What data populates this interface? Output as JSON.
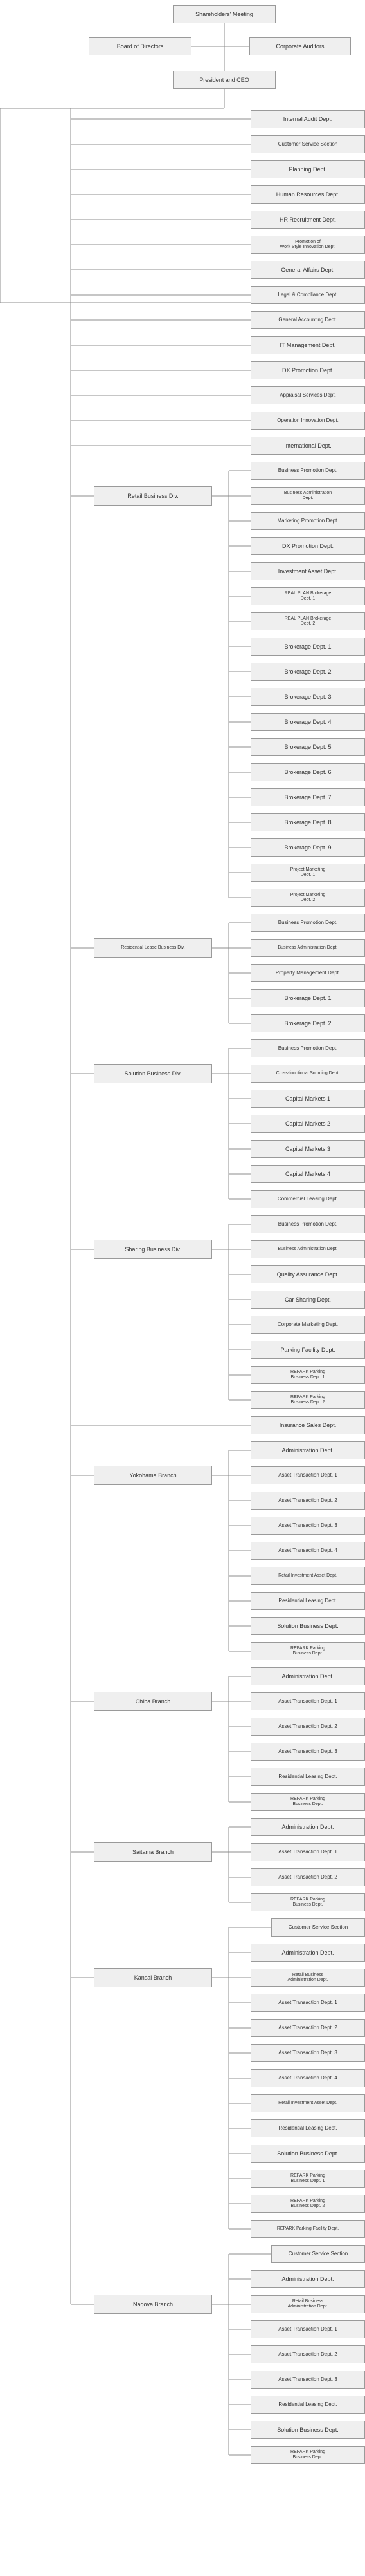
{
  "top": {
    "shareholders": "Shareholders' Meeting",
    "board": "Board of Directors",
    "auditors": "Corporate Auditors",
    "president": "President and CEO"
  },
  "direct_depts": [
    "Internal Audit Dept.",
    "Customer Service Section",
    "Planning Dept.",
    "Human Resources Dept.",
    "HR Recruitment Dept.",
    "Promotion of\nWork Style Innovation Dept.",
    "General Affairs Dept.",
    "Legal & Compliance Dept.",
    "General Accounting Dept.",
    "IT Management Dept.",
    "DX Promotion Dept.",
    "Appraisal Services Dept.",
    "Operation Innovation Dept.",
    "International Dept."
  ],
  "divisions": [
    {
      "name": "Retail Business Div.",
      "depts": [
        "Business Promotion Dept.",
        "Business Administration\nDept.",
        "Marketing Promotion Dept.",
        "DX Promotion Dept.",
        "Investment Asset Dept.",
        "REAL PLAN Brokerage\nDept. 1",
        "REAL PLAN Brokerage\nDept. 2",
        "Brokerage Dept. 1",
        "Brokerage Dept. 2",
        "Brokerage Dept. 3",
        "Brokerage Dept. 4",
        "Brokerage Dept. 5",
        "Brokerage Dept. 6",
        "Brokerage Dept. 7",
        "Brokerage Dept. 8",
        "Brokerage Dept. 9",
        "Project Marketing\nDept. 1",
        "Project Marketing\nDept. 2"
      ]
    },
    {
      "name": "Residential Lease Business Div.",
      "depts": [
        "Business Promotion Dept.",
        "Business Administration Dept.",
        "Property Management Dept.",
        "Brokerage Dept. 1",
        "Brokerage Dept. 2"
      ]
    },
    {
      "name": "Solution Business Div.",
      "depts": [
        "Business Promotion Dept.",
        "Cross-functional Sourcing Dept.",
        "Capital Markets 1",
        "Capital Markets 2",
        "Capital Markets 3",
        "Capital Markets 4",
        "Commercial Leasing Dept."
      ]
    },
    {
      "name": "Sharing Business Div.",
      "depts": [
        "Business Promotion Dept.",
        "Business Administration Dept.",
        "Quality Assurance Dept.",
        "Car Sharing Dept.",
        "Corporate Marketing Dept.",
        "Parking Facility Dept.",
        "REPARK Parking\nBusiness Dept. 1",
        "REPARK Parking\nBusiness Dept. 2"
      ]
    }
  ],
  "insurance": "Insurance Sales Dept.",
  "branches": [
    {
      "name": "Yokohama Branch",
      "depts": [
        "Administration Dept.",
        "Asset Transaction Dept. 1",
        "Asset Transaction Dept. 2",
        "Asset Transaction Dept. 3",
        "Asset Transaction Dept. 4",
        "Retail Investment Asset Dept.",
        "Residential Leasing Dept.",
        "Solution Business Dept.",
        "REPARK Parking\nBusiness Dept."
      ]
    },
    {
      "name": "Chiba Branch",
      "depts": [
        "Administration Dept.",
        "Asset Transaction Dept. 1",
        "Asset Transaction Dept. 2",
        "Asset Transaction Dept. 3",
        "Residential Leasing Dept.",
        "REPARK Parking\nBusiness Dept."
      ]
    },
    {
      "name": "Saitama Branch",
      "depts": [
        "Administration Dept.",
        "Asset Transaction Dept. 1",
        "Asset Transaction Dept. 2",
        "REPARK Parking\nBusiness Dept."
      ]
    },
    {
      "name": "Kansai Branch",
      "css": "Customer Service Section",
      "depts": [
        "Administration Dept.",
        "Retail Business\nAdministration Dept.",
        "Asset Transaction Dept. 1",
        "Asset Transaction Dept. 2",
        "Asset Transaction Dept. 3",
        "Asset Transaction Dept. 4",
        "Retail Investment Asset Dept.",
        "Residential Leasing Dept.",
        "Solution Business Dept.",
        "REPARK Parking\nBusiness Dept. 1",
        "REPARK Parking\nBusiness Dept. 2",
        "REPARK Parking Facility Dept."
      ]
    },
    {
      "name": "Nagoya Branch",
      "css": "Customer Service Section",
      "depts": [
        "Administration Dept.",
        "Retail Business\nAdministration Dept.",
        "Asset Transaction Dept. 1",
        "Asset Transaction Dept. 2",
        "Asset Transaction Dept. 3",
        "Residential Leasing Dept.",
        "Solution Business Dept.",
        "REPARK Parking\nBusiness Dept."
      ]
    }
  ]
}
